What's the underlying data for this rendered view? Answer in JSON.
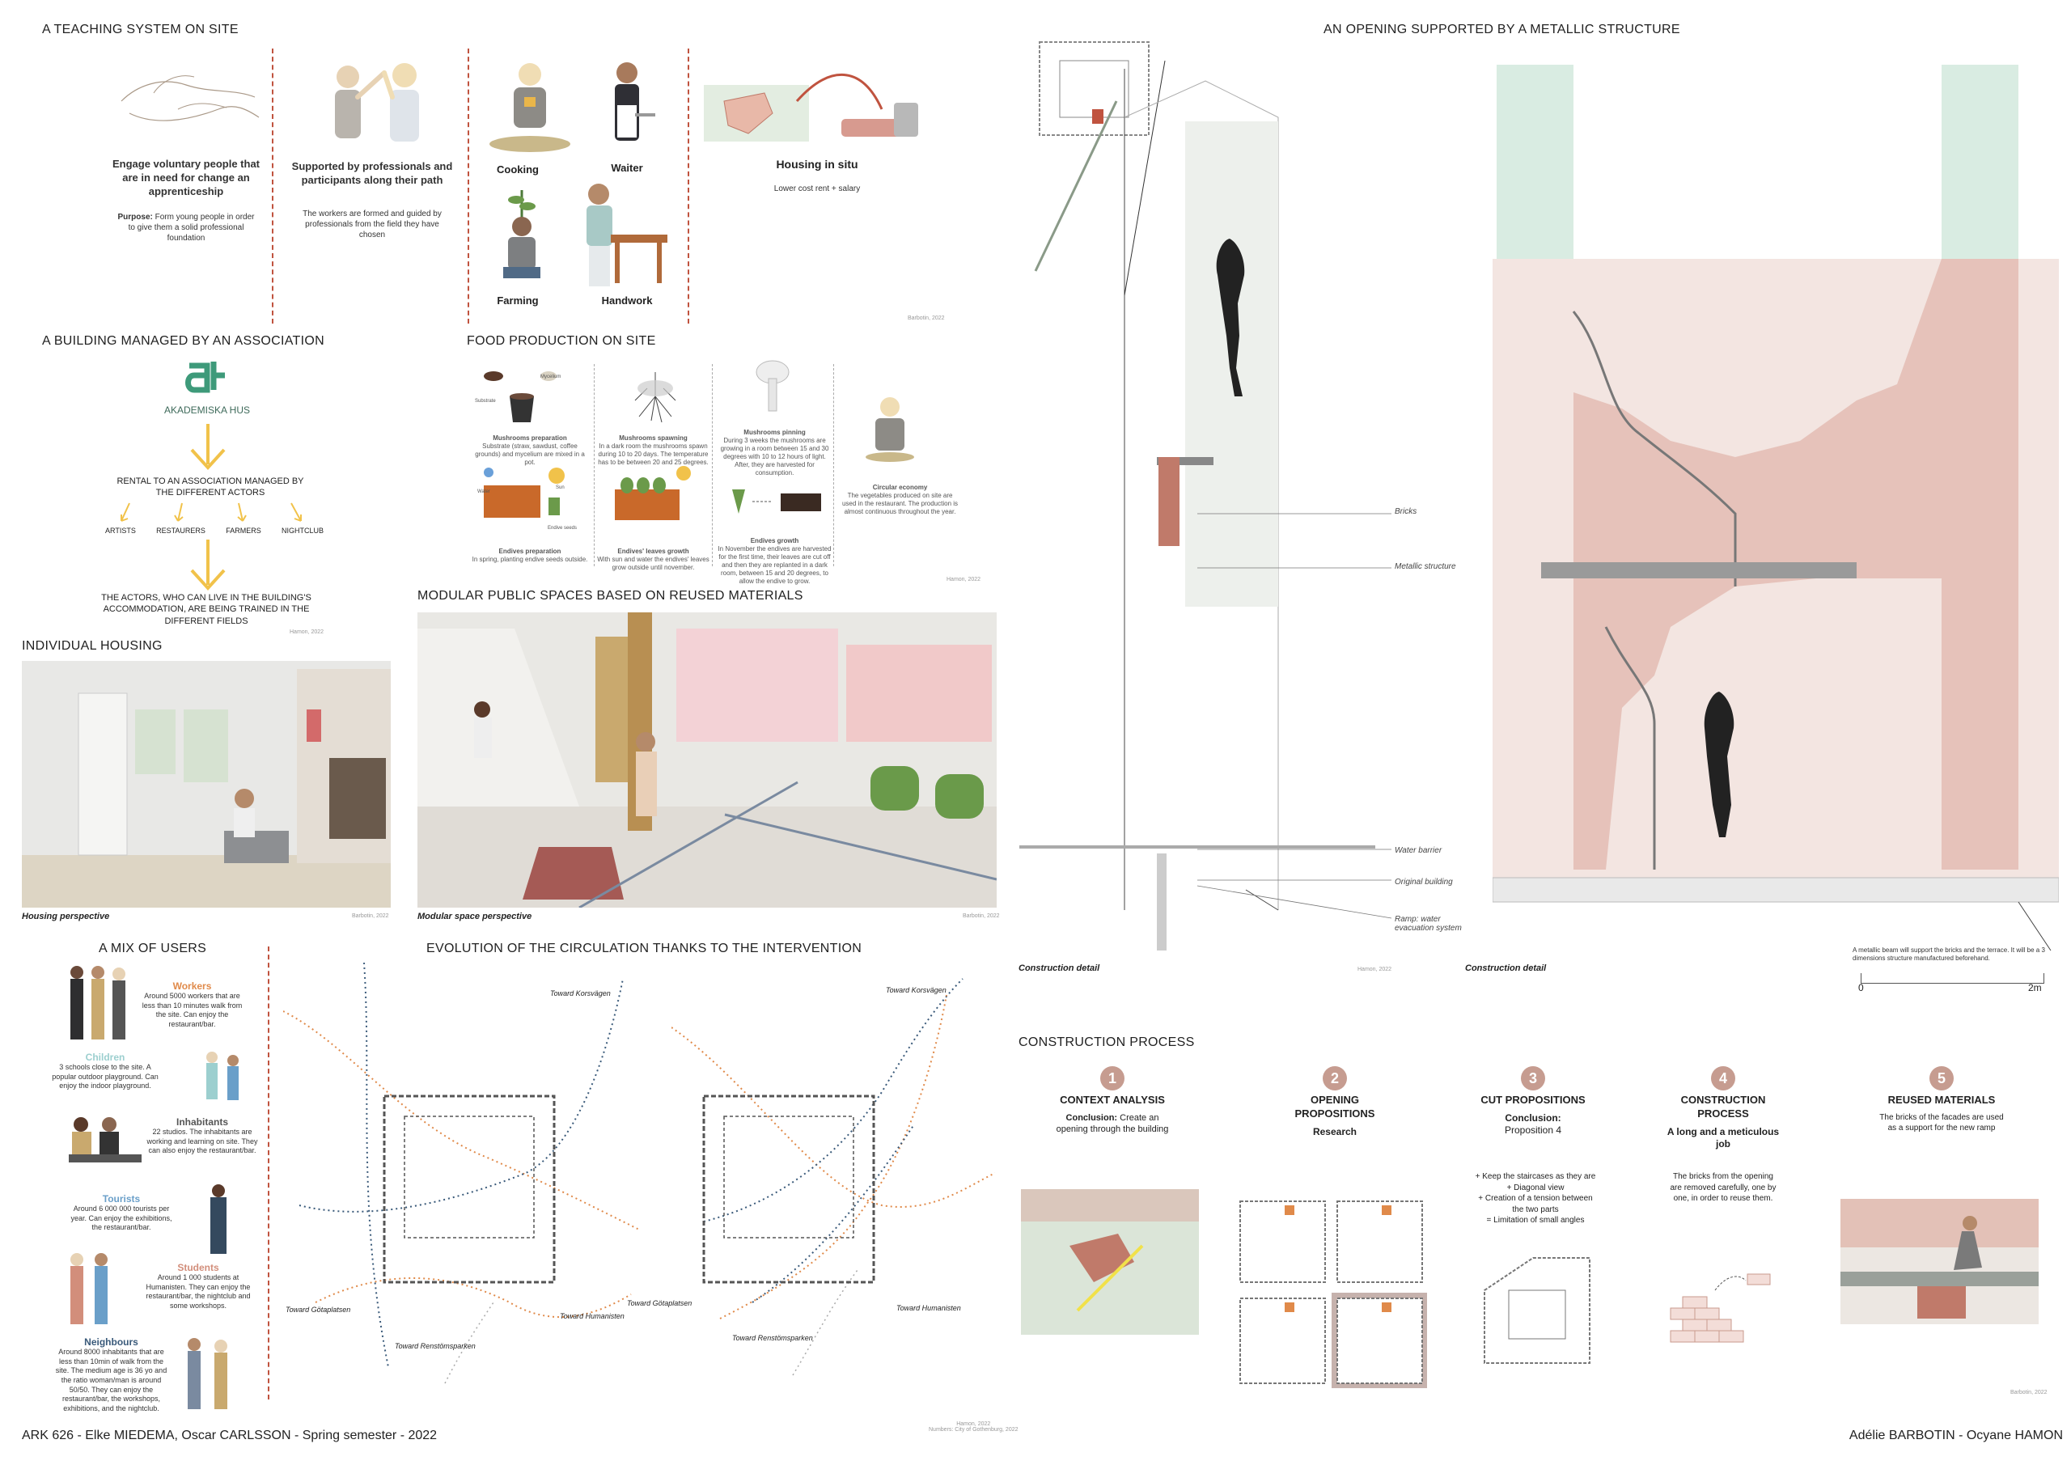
{
  "teaching": {
    "title": "A TEACHING SYSTEM ON SITE",
    "col1_title": "Engage voluntary people that are in need for change an apprenticeship",
    "col1_purpose_label": "Purpose:",
    "col1_purpose": " Form young people in order to give them a solid professional foundation",
    "col2_title": "Supported by professionals and participants along their path",
    "col2_text": "The workers are formed and guided by professionals from the field they have chosen",
    "roles": [
      "Cooking",
      "Waiter",
      "Farming",
      "Handwork"
    ],
    "housing_title": "Housing in situ",
    "housing_text": "Lower cost rent + salary",
    "credit": "Barbotin, 2022"
  },
  "association": {
    "title": "A BUILDING MANAGED BY AN ASSOCIATION",
    "logo_text": "AKADEMISKA HUS",
    "rental": "RENTAL TO AN ASSOCIATION MANAGED BY THE DIFFERENT ACTORS",
    "actors": [
      "ARTISTS",
      "RESTAURERS",
      "FARMERS",
      "NIGHTCLUB"
    ],
    "conclusion": "THE ACTORS, WHO CAN LIVE IN THE BUILDING'S ACCOMMODATION, ARE BEING TRAINED IN THE DIFFERENT FIELDS",
    "credit": "Hamon, 2022"
  },
  "food": {
    "title": "FOOD PRODUCTION ON SITE",
    "steps": [
      {
        "title": "Mushrooms preparation",
        "text": "Substrate (straw, sawdust, coffee grounds) and mycelium are mixed in a pot."
      },
      {
        "title": "Mushrooms spawning",
        "text": "In a dark room the mushrooms spawn during 10 to 20 days. The temperature has to be between 20 and 25 degrees."
      },
      {
        "title": "Mushrooms pinning",
        "text": "During 3 weeks the mushrooms are growing in a room between 15 and 30 degrees with 10 to 12 hours of light. After, they are harvested for consumption."
      },
      {
        "title": "Circular economy",
        "text": "The vegetables produced on site are used in the restaurant. The production is almost continuous throughout the year."
      },
      {
        "title": "Endives preparation",
        "text": "In spring, planting endive seeds outside."
      },
      {
        "title": "Endives' leaves growth",
        "text": "With sun and water the endives' leaves grow outside until november."
      },
      {
        "title": "Endives growth",
        "text": "In November the endives are harvested for the first time, their leaves are cut off and then they are replanted in a dark room, between 15 and 20 degrees, to allow the endive to grow."
      }
    ],
    "small_labels": [
      "Substrate",
      "Mycelium",
      "Water",
      "Sun",
      "Endive seeds"
    ],
    "credit": "Hamon, 2022"
  },
  "housing": {
    "title": "INDIVIDUAL HOUSING",
    "caption": "Housing perspective",
    "credit": "Barbotin, 2022"
  },
  "modular": {
    "title": "MODULAR PUBLIC SPACES BASED ON REUSED MATERIALS",
    "caption": "Modular space perspective",
    "credit": "Barbotin, 2022"
  },
  "users": {
    "title": "A MIX OF USERS",
    "groups": [
      {
        "name": "Workers",
        "text": "Around 5000 workers that are less than 10 minutes walk from the site. Can enjoy the restaurant/bar.",
        "color": "#e08a4a"
      },
      {
        "name": "Children",
        "text": "3 schools close to the site. A popular outdoor playground. Can enjoy the indoor playground.",
        "color": "#9ccfcf"
      },
      {
        "name": "Inhabitants",
        "text": "22 studios. The inhabitants are working and learning on site. They can also enjoy the restaurant/bar.",
        "color": "#555555"
      },
      {
        "name": "Tourists",
        "text": "Around 6 000 000 tourists per year. Can enjoy the exhibitions, the restaurant/bar.",
        "color": "#6a9fc9"
      },
      {
        "name": "Students",
        "text": "Around 1 000 students at Humanisten. They can enjoy the restaurant/bar, the nightclub and some workshops.",
        "color": "#d28e7b"
      },
      {
        "name": "Neighbours",
        "text": "Around 8000 inhabitants that are less than 10min of walk from the site. The medium age is 36 yo and the ratio woman/man is around 50/50. They can enjoy the restaurant/bar, the workshops, exhibitions, and the nightclub.",
        "color": "#3a5a7a"
      }
    ]
  },
  "circulation": {
    "title": "EVOLUTION OF THE CIRCULATION THANKS TO THE INTERVENTION",
    "labels_left": [
      "Toward Korsvägen",
      "Toward Götaplatsen",
      "Toward Humanisten",
      "Toward Renstömsparken"
    ],
    "labels_right": [
      "Toward Korsvägen",
      "Toward Götaplatsen",
      "Toward Humanisten",
      "Toward Renstömsparken"
    ],
    "credit": "Hamon, 2022\nNumbers: City of Gothenburg, 2022"
  },
  "opening": {
    "title": "AN OPENING SUPPORTED BY A METALLIC STRUCTURE",
    "labels": [
      "Bricks",
      "Metallic structure",
      "Water barrier",
      "Original building",
      "Ramp:          water evacuation system"
    ],
    "caption_left": "Construction detail",
    "caption_right": "Construction detail",
    "note": "A metallic beam will support the bricks and the terrace. It will be a 3 dimensions structure manufactured beforehand.",
    "scale_start": "0",
    "scale_end": "2m",
    "credit": "Hamon, 2022"
  },
  "process": {
    "title": "CONSTRUCTION PROCESS",
    "steps": [
      {
        "num": "1",
        "title": "CONTEXT ANALYSIS",
        "sub_bold": "Conclusion:",
        "sub": " Create an opening through the building"
      },
      {
        "num": "2",
        "title": "OPENING PROPOSITIONS",
        "sub_bold": "Research",
        "sub": ""
      },
      {
        "num": "3",
        "title": "CUT PROPOSITIONS",
        "sub_bold": "Conclusion:",
        "sub": "Proposition 4"
      },
      {
        "num": "4",
        "title": "CONSTRUCTION PROCESS",
        "sub_bold": "A long and a meticulous job",
        "sub": ""
      },
      {
        "num": "5",
        "title": "REUSED MATERIALS",
        "sub_bold": "",
        "sub": "The bricks of the facades are used as a support for the new ramp"
      }
    ],
    "cut_list": "+ Keep the staircases as they are\n+ Diagonal view\n+ Creation of a tension between the two parts\n= Limitation of small angles",
    "bricks_text": "The bricks from the opening are removed carefully, one by one, in order to reuse them.",
    "credit": "Barbotin, 2022"
  },
  "footer": {
    "left": "ARK 626 - Elke MIEDEMA, Oscar CARLSSON - Spring semester - 2022",
    "right": "Adélie BARBOTIN - Ocyane HAMON"
  },
  "colors": {
    "accent": "#c0533f",
    "brick": "#c69c90",
    "text": "#222222"
  }
}
